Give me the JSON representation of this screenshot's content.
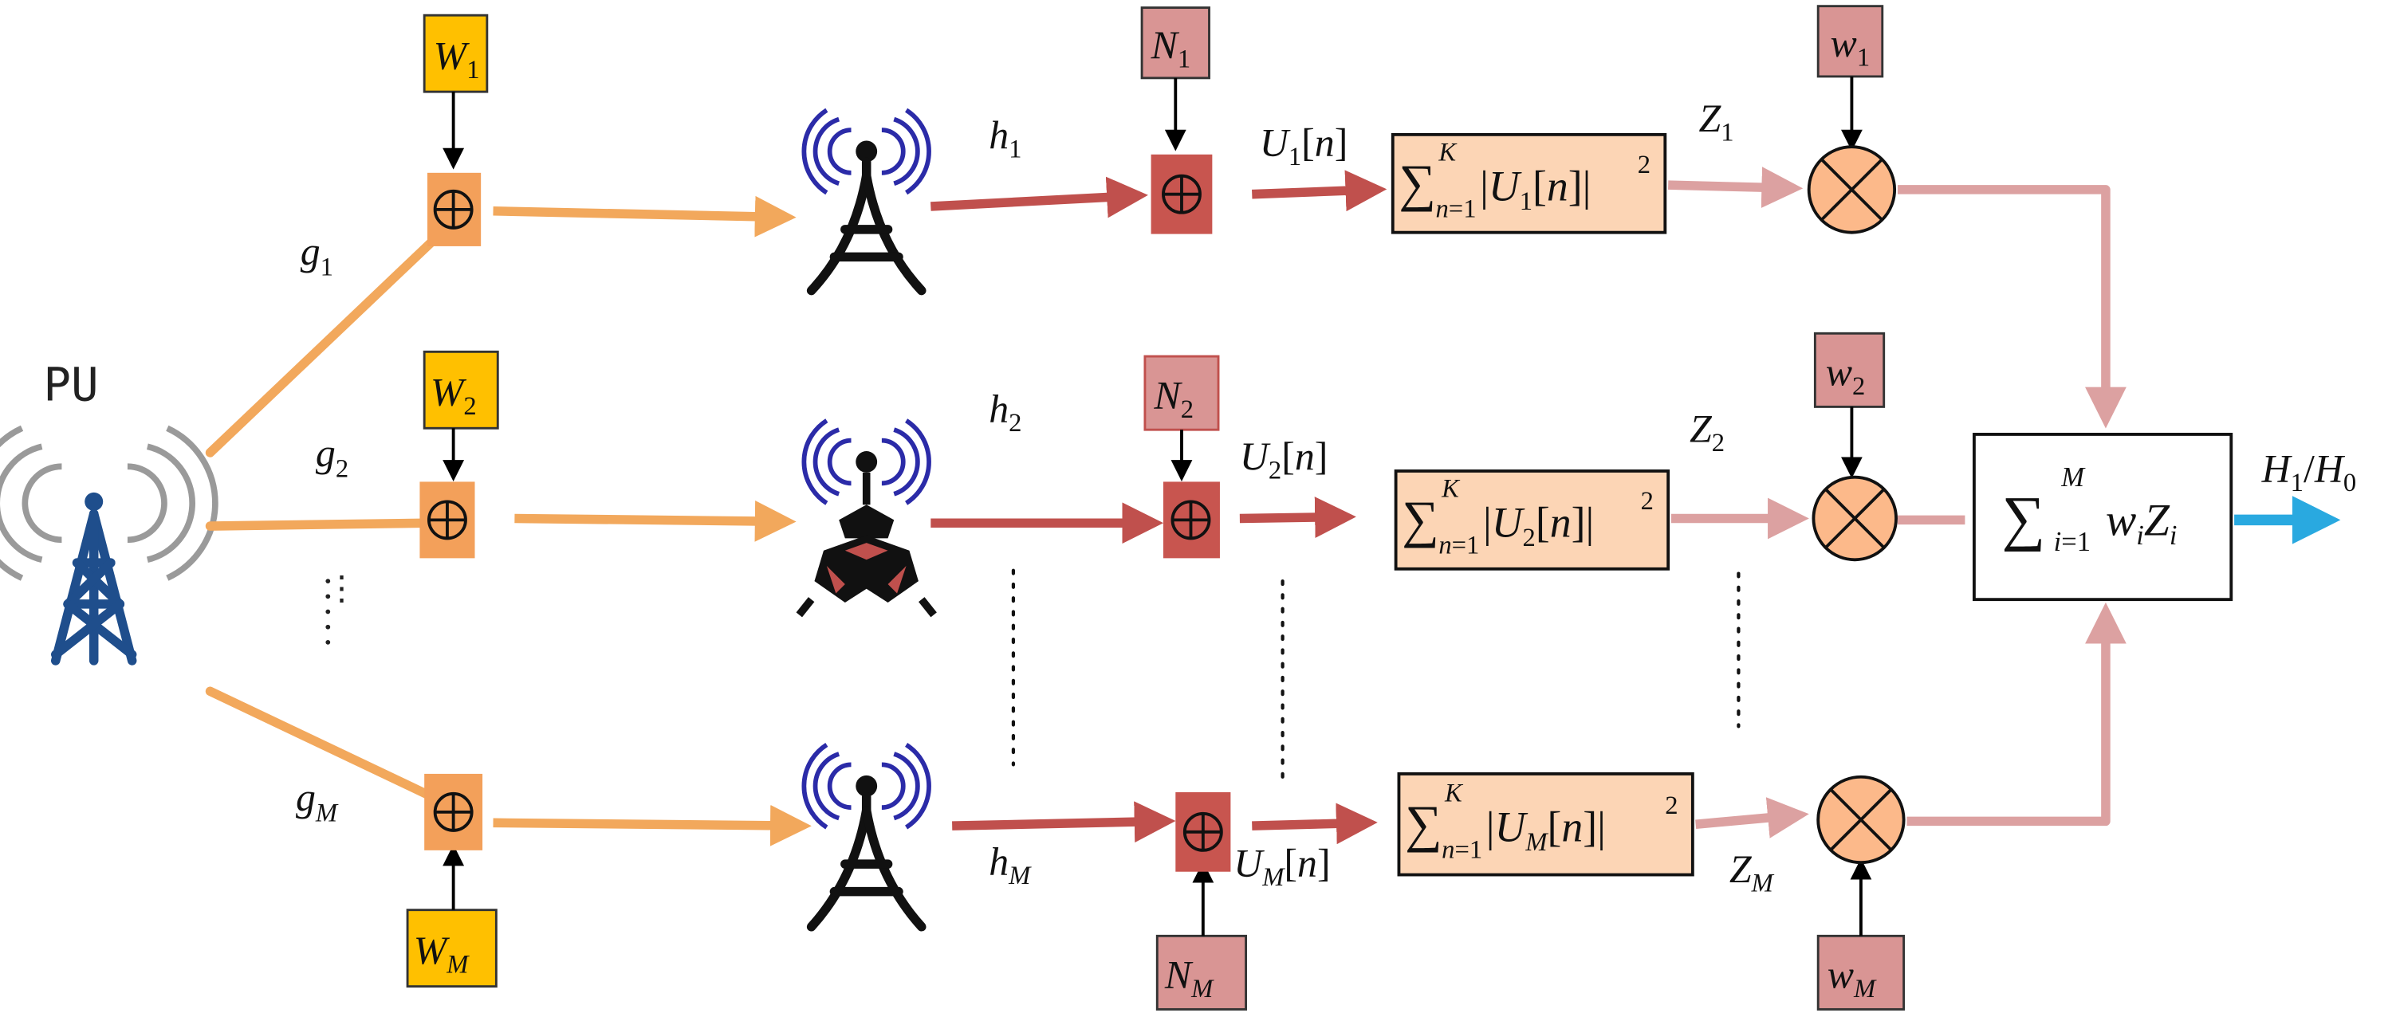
{
  "source_label": "PU",
  "gain_labels": [
    "g1",
    "g2",
    "gM"
  ],
  "noise_labels_top": [
    "W1",
    "W2",
    "WM"
  ],
  "channel_labels": [
    "h1",
    "h2",
    "hM"
  ],
  "noise_labels_rx": [
    "N1",
    "N2",
    "NM"
  ],
  "rx_signal_labels": [
    "U1[n]",
    "U2[n]",
    "UM[n]"
  ],
  "energy_labels": [
    "Z1",
    "Z2",
    "ZM"
  ],
  "weight_labels": [
    "w1",
    "w2",
    "wM"
  ],
  "energy_block_text": [
    "ΣK n=1 |U1[n]|2",
    "ΣK n=1 |U2[n]|2",
    "ΣK n=1 |UM[n]|2"
  ],
  "fusion_block_text": "ΣM i=1 wi Zi",
  "decision_label": "H1/H0",
  "colors": {
    "orange_path": "#f2a85c",
    "orange_node": "#f3a05a",
    "red_path": "#c0504d",
    "red_node": "#c8554f",
    "pink_path": "#dca1a1",
    "pink_box": "#d99594",
    "yellow_box": "#ffc000",
    "peach_box": "#fcd5b5",
    "output_arrow": "#29a9e0",
    "tower_blue": "#1f4e8c",
    "wave_blue": "#2b2ba8"
  },
  "icons": [
    "pu-tower-icon",
    "relay-tower-icon",
    "malicious-relay-icon",
    "adder-icon",
    "multiplier-icon"
  ]
}
